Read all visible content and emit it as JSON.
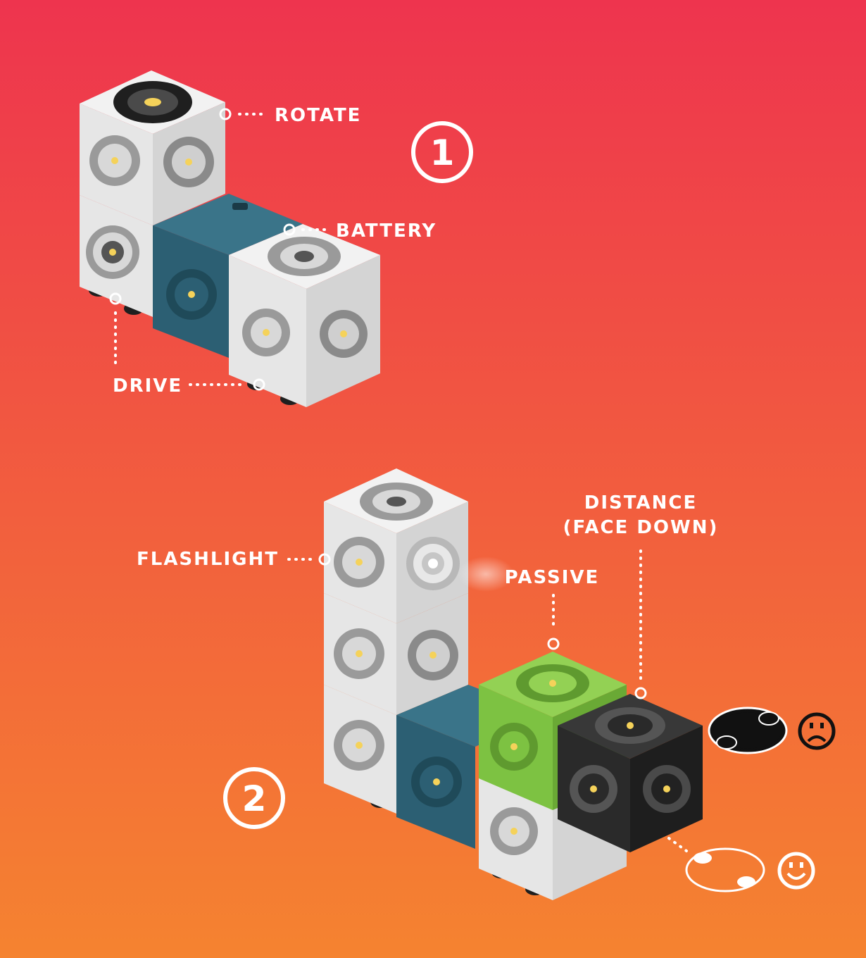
{
  "colors": {
    "bg_top": "#EE344E",
    "bg_bottom": "#F58330",
    "cube_white": "#E6E6E6",
    "cube_white_side": "#D4D4D4",
    "cube_white_top": "#F2F2F2",
    "battery_blue": "#2C5F73",
    "passive_green": "#7DC242",
    "distance_black": "#2A2A2A",
    "label_white": "#FFFFFF"
  },
  "steps": {
    "one": "1",
    "two": "2"
  },
  "labels": {
    "rotate": "ROTATE",
    "battery": "BATTERY",
    "drive": "DRIVE",
    "flashlight": "FLASHLIGHT",
    "passive": "PASSIVE",
    "distance_line1": "DISTANCE",
    "distance_line2": "(FACE DOWN)"
  },
  "indicators": {
    "robot_on_table_icon": "robot-dark-icon",
    "frown_icon": "frown-face-icon",
    "robot_lifted_icon": "robot-outline-icon",
    "smile_icon": "smile-face-icon"
  }
}
